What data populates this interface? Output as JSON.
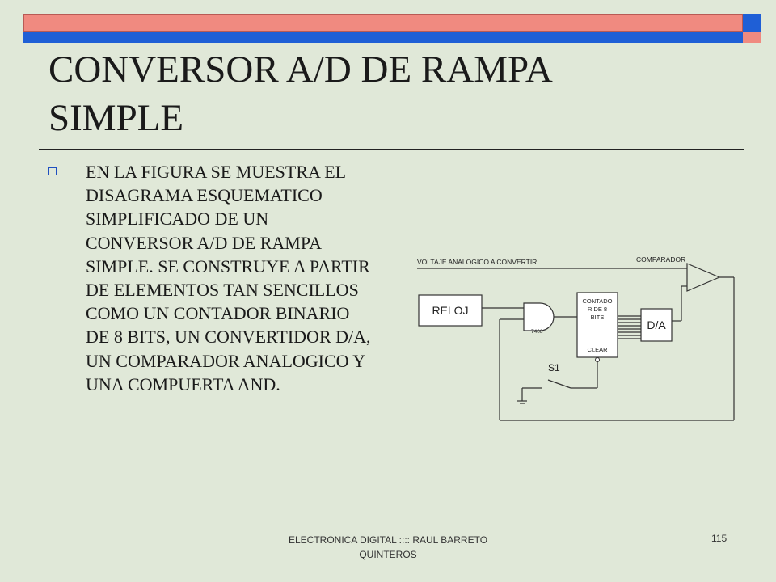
{
  "slide": {
    "title": "CONVERSOR A/D DE RAMPA SIMPLE",
    "bullet": "EN LA FIGURA SE MUESTRA EL DISAGRAMA ESQUEMATICO SIMPLIFICADO DE UN CONVERSOR A/D DE RAMPA SIMPLE. SE CONSTRUYE A PARTIR DE ELEMENTOS TAN SENCILLOS COMO UN CONTADOR BINARIO DE 8 BITS, UN CONVERTIDOR D/A, UN COMPARADOR ANALOGICO Y UNA COMPUERTA AND."
  },
  "diagram": {
    "input_label": "VOLTAJE ANALOGICO A CONVERTIR",
    "comparator_label": "COMPARADOR",
    "clock_label": "RELOJ",
    "gate_label": "7408",
    "counter_label_1": "CONTADO",
    "counter_label_2": "R DE 8",
    "counter_label_3": "BITS",
    "counter_clear": "CLEAR",
    "dac_label": "D/A",
    "switch_label": "S1"
  },
  "footer": {
    "author_line1": "ELECTRONICA  DIGITAL  :::: RAUL BARRETO",
    "author_line2": "QUINTEROS",
    "page_number": "115"
  },
  "colors": {
    "background": "#e0e8d8",
    "accent_salmon": "#f08a80",
    "accent_blue": "#1f5fd6"
  }
}
